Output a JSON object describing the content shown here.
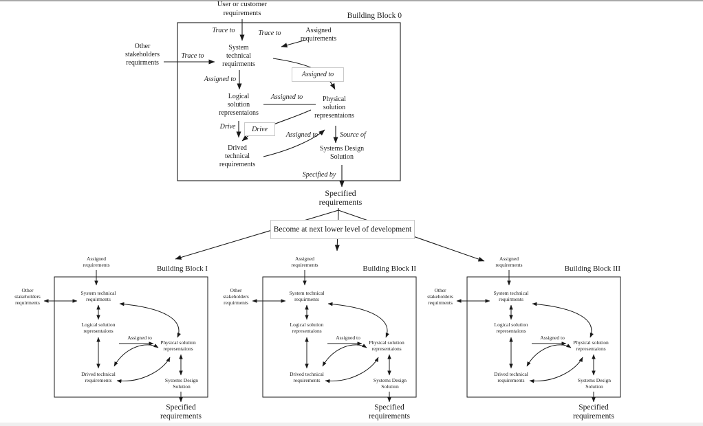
{
  "block0": {
    "title": "Building Block 0",
    "user_customer_requirements": "User or customer\nrequirements",
    "assigned_requirements": "Assigned\nrequirements",
    "other_stakeholders": "Other\nstakeholders\nrequirments",
    "system_technical": "System\ntechnical\nrequirments",
    "logical_solution": "Logical\nsolution\nrepresentaions",
    "physical_solution": "Physical\nsolution\nrepresentaions",
    "drived_technical": "Drived\ntechnical\nrequirements",
    "systems_design": "Systems Design\nSolution",
    "specified_requirements": "Specified\nrequirements",
    "labels": {
      "trace_to_user": "Trace to",
      "trace_to_assigned": "Trace to",
      "trace_to_other": "Trace to",
      "assigned_to_down": "Assigned to",
      "assigned_to_boxed": "Assigned to",
      "assigned_to_horizontal": "Assigned to",
      "drive_plain": "Drive",
      "drive_boxed": "Drive",
      "assigned_to_curve": "Assigned to",
      "source_of": "Source of",
      "specified_by": "Specified by"
    }
  },
  "become_box_label": "Become at next lower level of development",
  "blocks": [
    {
      "title": "Building Block I",
      "assigned_requirements": "Assigned\nrequirements",
      "other_stakeholders": "Other\nstakeholders\nrequirments",
      "system_technical": "System technical\nrequirments",
      "logical_solution": "Logical solution\nrepresentaions",
      "drived_technical": "Drived technical\nrequirements",
      "assigned_to": "Assigned to",
      "physical_solution": "Physical solution\nrepresentaions",
      "systems_design": "Systems Design\nSolution",
      "specified_requirements": "Specified\nrequirements"
    },
    {
      "title": "Building Block II",
      "assigned_requirements": "Assigned\nrequirements",
      "other_stakeholders": "Other\nstakeholders\nrequirments",
      "system_technical": "System technical\nrequirments",
      "logical_solution": "Logical solution\nrepresentaions",
      "drived_technical": "Drived technical\nrequirements",
      "assigned_to": "Assigned to",
      "physical_solution": "Physical solution\nrepresentaions",
      "systems_design": "Systems Design\nSolution",
      "specified_requirements": "Specified\nrequirements"
    },
    {
      "title": "Building Block III",
      "assigned_requirements": "Assigned\nrequirements",
      "other_stakeholders": "Other\nstakeholders\nrequirments",
      "system_technical": "System technical\nrequirments",
      "logical_solution": "Logical solution\nrepresentaions",
      "drived_technical": "Drived technical\nrequirements",
      "assigned_to": "Assigned to",
      "physical_solution": "Physical solution\nrepresentaions",
      "systems_design": "Systems Design\nSolution",
      "specified_requirements": "Specified\nrequirements"
    }
  ]
}
